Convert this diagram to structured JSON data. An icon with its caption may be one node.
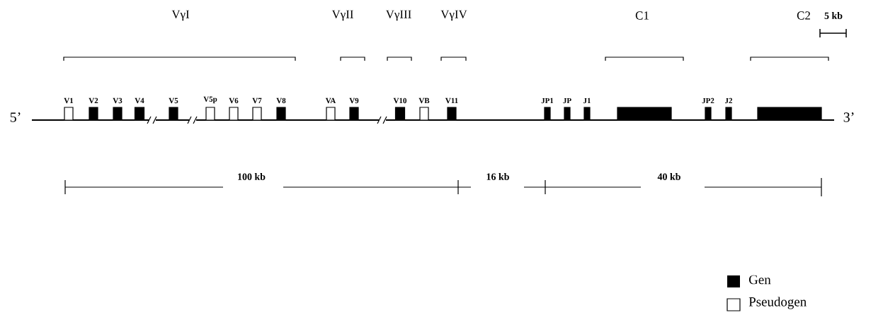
{
  "diagram": {
    "nodes": [
      {
        "text": [
          "V1"
        ]
      },
      {
        "text": [
          "V2"
        ]
      },
      {
        "text": [
          "V3"
        ]
      },
      {
        "text": [
          "V4"
        ]
      },
      {
        "text": [
          "V5"
        ]
      },
      {
        "text": [
          "V5p"
        ]
      },
      {
        "text": [
          "V6"
        ]
      },
      {
        "text": [
          "V7"
        ]
      },
      {
        "text": [
          "V8"
        ]
      },
      {
        "text": [
          "VA"
        ]
      },
      {
        "text": [
          "V9"
        ]
      },
      {
        "text": [
          "V10"
        ]
      },
      {
        "text": [
          "VB"
        ]
      },
      {
        "text": [
          "V11"
        ]
      },
      {
        "text": [
          "JP1"
        ]
      },
      {
        "text": [
          "JP"
        ]
      },
      {
        "text": [
          "J1"
        ]
      },
      {
        "text": [],
        "shape": "box"
      },
      {
        "text": [
          "JP2"
        ]
      },
      {
        "text": [
          "J2"
        ]
      },
      {
        "text": [],
        "shape": "box"
      }
    ],
    "edges": [],
    "labels": [
      "VγI",
      "VγII",
      "VγIII",
      "VγIV",
      "C1",
      "C2",
      "5 kb",
      "5’",
      "3’",
      "100 kb",
      "16 kb",
      "40 kb"
    ],
    "legend": [
      {
        "text": "Gen",
        "color": "#000000"
      },
      {
        "text": "Pseudogen"
      }
    ]
  }
}
